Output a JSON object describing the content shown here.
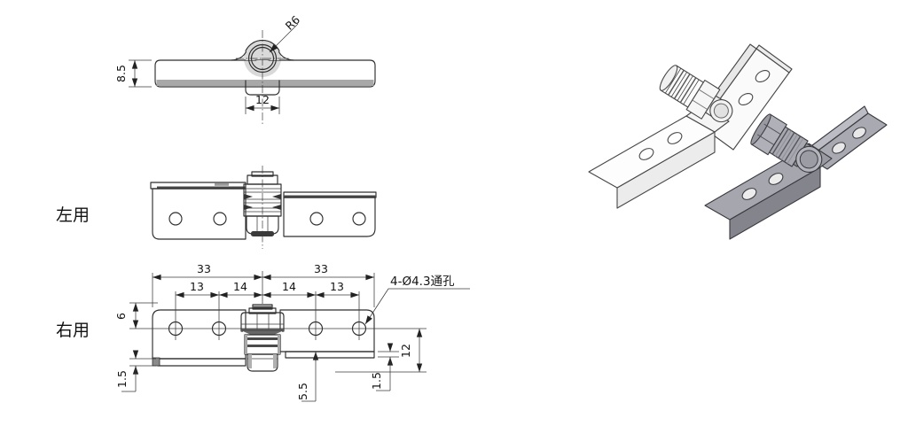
{
  "colors": {
    "line": "#2e2e2e",
    "fill_light": "#d9d9d9",
    "fill_band": "#a8a8a8",
    "plate_gray": "#d2d2d2",
    "metal_gray": "#a6a6ae",
    "paper": "#ffffff"
  },
  "views": {
    "top": {
      "dim_height": "8.5",
      "dim_knuckle_radius": "R6",
      "dim_tab_width": "12"
    },
    "front": {
      "label": "左用"
    },
    "plan": {
      "label": "右用",
      "dim_span_left": "33",
      "dim_span_right": "33",
      "dim_pitch_outer_left": "13",
      "dim_pitch_inner_left": "14",
      "dim_pitch_inner_right": "14",
      "dim_pitch_outer_right": "13",
      "dim_edge_to_hole": "6",
      "dim_flange_left": "1.5",
      "dim_pin_drop": "5.5",
      "dim_flange_right": "1.5",
      "dim_side_height": "12",
      "hole_callout": "4-Ø4.3通孔"
    }
  }
}
